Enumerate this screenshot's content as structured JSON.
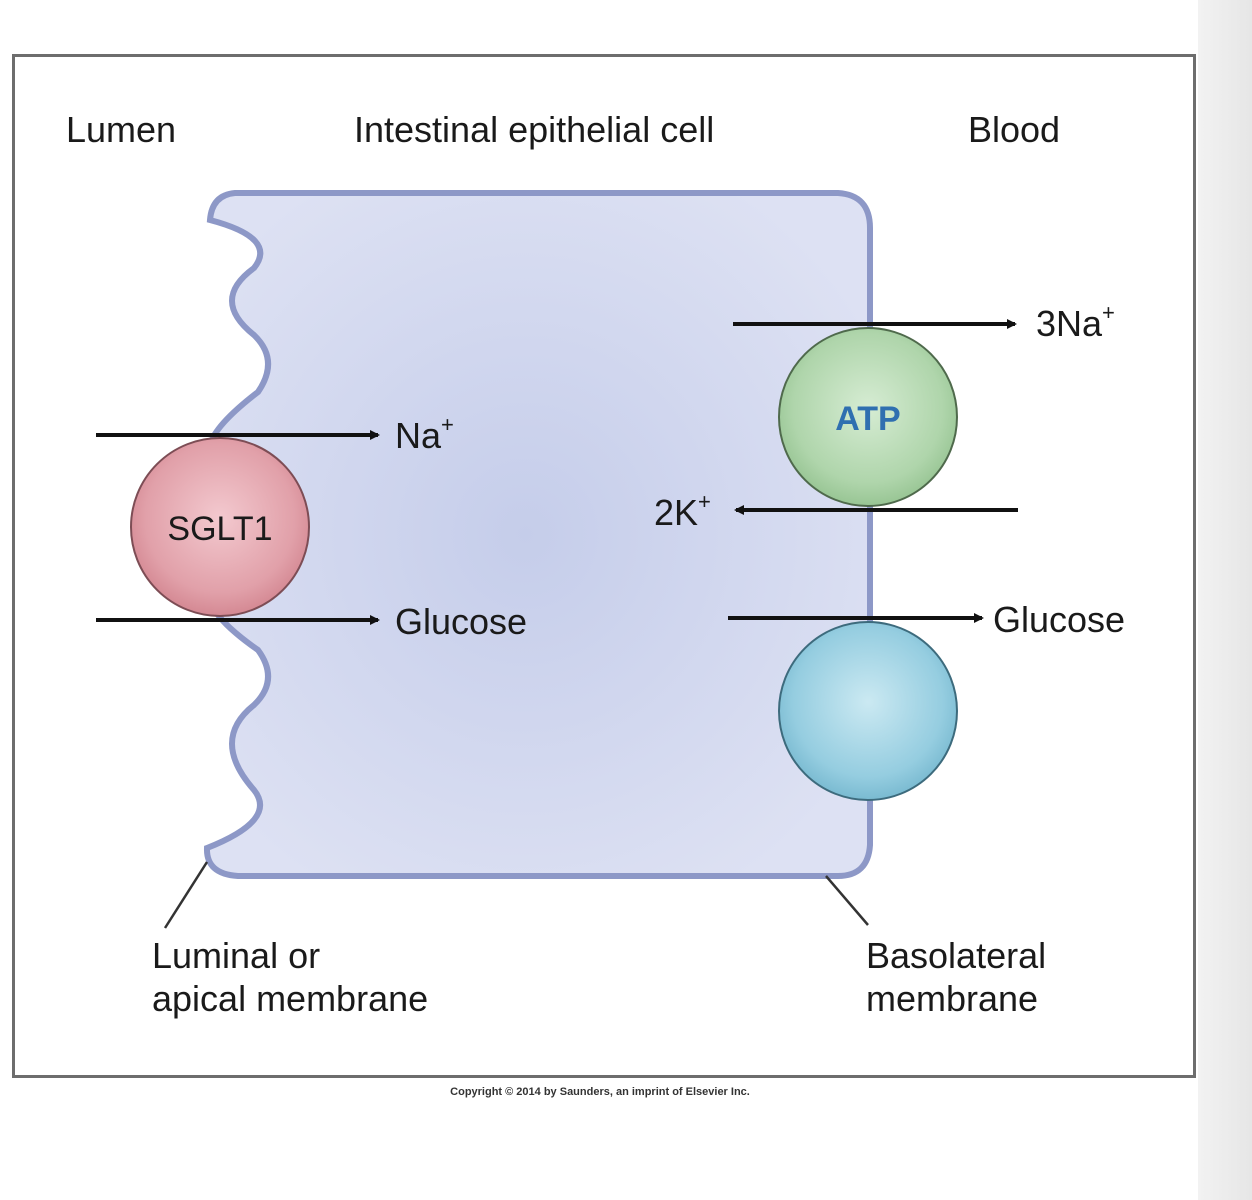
{
  "region_labels": {
    "lumen": "Lumen",
    "cell": "Intestinal epithelial cell",
    "blood": "Blood"
  },
  "transporters": {
    "sglt1": "SGLT1",
    "pump": "ATP"
  },
  "flux_labels": {
    "apical_na": "Na",
    "apical_glucose": "Glucose",
    "pump_na": "3Na",
    "pump_k": "2K",
    "basolateral_glucose": "Glucose",
    "plus": "+"
  },
  "membranes": {
    "apical_line1": "Luminal or",
    "apical_line2": "apical membrane",
    "basolateral_line1": "Basolateral",
    "basolateral_line2": "membrane"
  },
  "copyright": "Copyright © 2014 by Saunders, an imprint of Elsevier Inc.",
  "colors": {
    "cell_fill": "#d3d8ee",
    "cell_edge": "#8d98c7",
    "sglt1": "#d98f99",
    "pump": "#a9cfa6",
    "pump_text": "#2f6fb0",
    "glut": "#8ec9dc"
  }
}
